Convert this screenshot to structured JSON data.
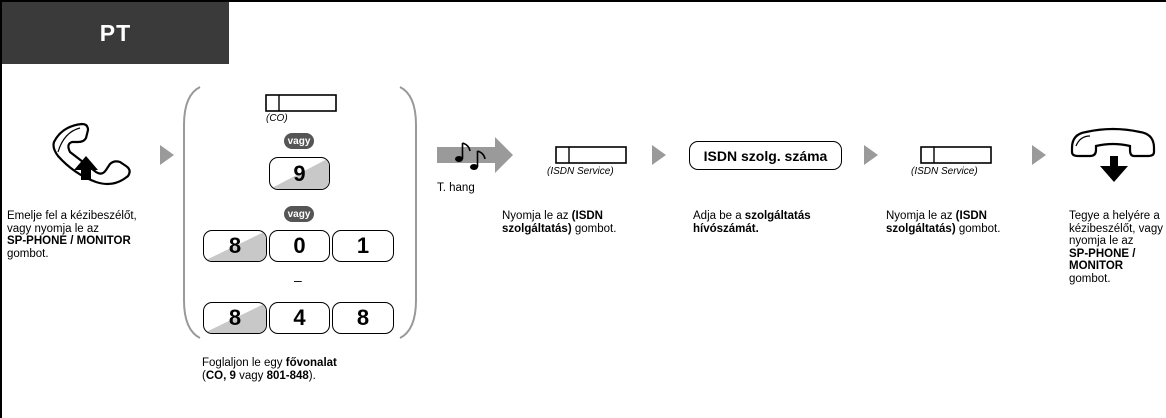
{
  "header": {
    "tab_label": "PT"
  },
  "step1": {
    "line1": "Emelje fel a kézibeszélőt,",
    "line2": "vagy nyomja le az",
    "bold": "SP-PHONE / MONITOR",
    "line4": "gombot."
  },
  "step2": {
    "co_caption": "(CO)",
    "or1": "vagy",
    "key_9": "9",
    "or2": "vagy",
    "keys_top": [
      "8",
      "0",
      "1"
    ],
    "dash": "–",
    "keys_bottom": [
      "8",
      "4",
      "8"
    ],
    "text_pre": "Foglaljon le egy ",
    "text_bold": "fővonalat",
    "text_paren_open": "(",
    "text_co9": "CO, 9",
    "text_mid": " vagy ",
    "text_range": "801-848",
    "text_end": ")."
  },
  "step3": {
    "tone_label": "T. hang"
  },
  "step4": {
    "caption": "(ISDN Service)",
    "pre": "Nyomja le az ",
    "bold": "(ISDN szolgáltatás)",
    "post": " gombot."
  },
  "step5": {
    "box_label": "ISDN szolg. száma",
    "pre": "Adja be a ",
    "bold": "szolgáltatás hívószámát."
  },
  "step6": {
    "caption": "(ISDN Service)",
    "pre": "Nyomja le az ",
    "bold": "(ISDN szolgáltatás)",
    "post": " gombot."
  },
  "step7": {
    "line1": "Tegye a helyére a",
    "line2": "kézibeszélőt, vagy",
    "line3": "nyomja le az",
    "bold1": "SP-PHONE /",
    "bold2": "MONITOR",
    "line6": "gombot."
  },
  "colors": {
    "tab_bg": "#3a3a3a",
    "arrow": "#9a9a9a",
    "key_shade": "#c8c8c8",
    "vagy_bg": "#555555"
  }
}
